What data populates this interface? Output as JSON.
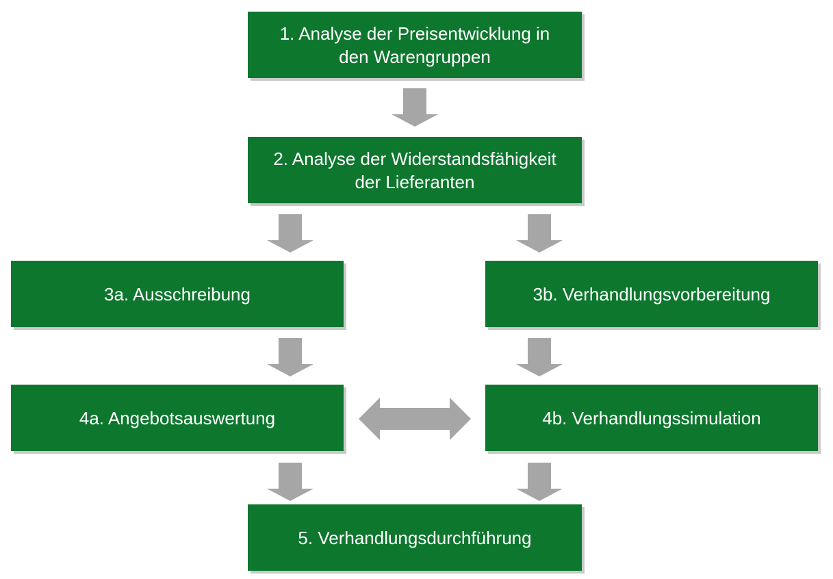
{
  "steps": {
    "step1": "1. Analyse der Preisentwicklung in\nden Warengruppen",
    "step2": "2. Analyse der Widerstandsfähigkeit\nder Lieferanten",
    "step3a": "3a. Ausschreibung",
    "step3b": "3b. Verhandlungsvorbereitung",
    "step4a": "4a. Angebotsauswertung",
    "step4b": "4b. Verhandlungssimulation",
    "step5": "5. Verhandlungsdurchführung"
  },
  "colors": {
    "box": "#0e772e",
    "box_text": "#ffffff",
    "arrow": "#a6a6a6",
    "shadow": "#c9c9c9"
  },
  "icons": {
    "down_arrow": "down-arrow-icon",
    "double_arrow": "double-arrow-icon"
  }
}
